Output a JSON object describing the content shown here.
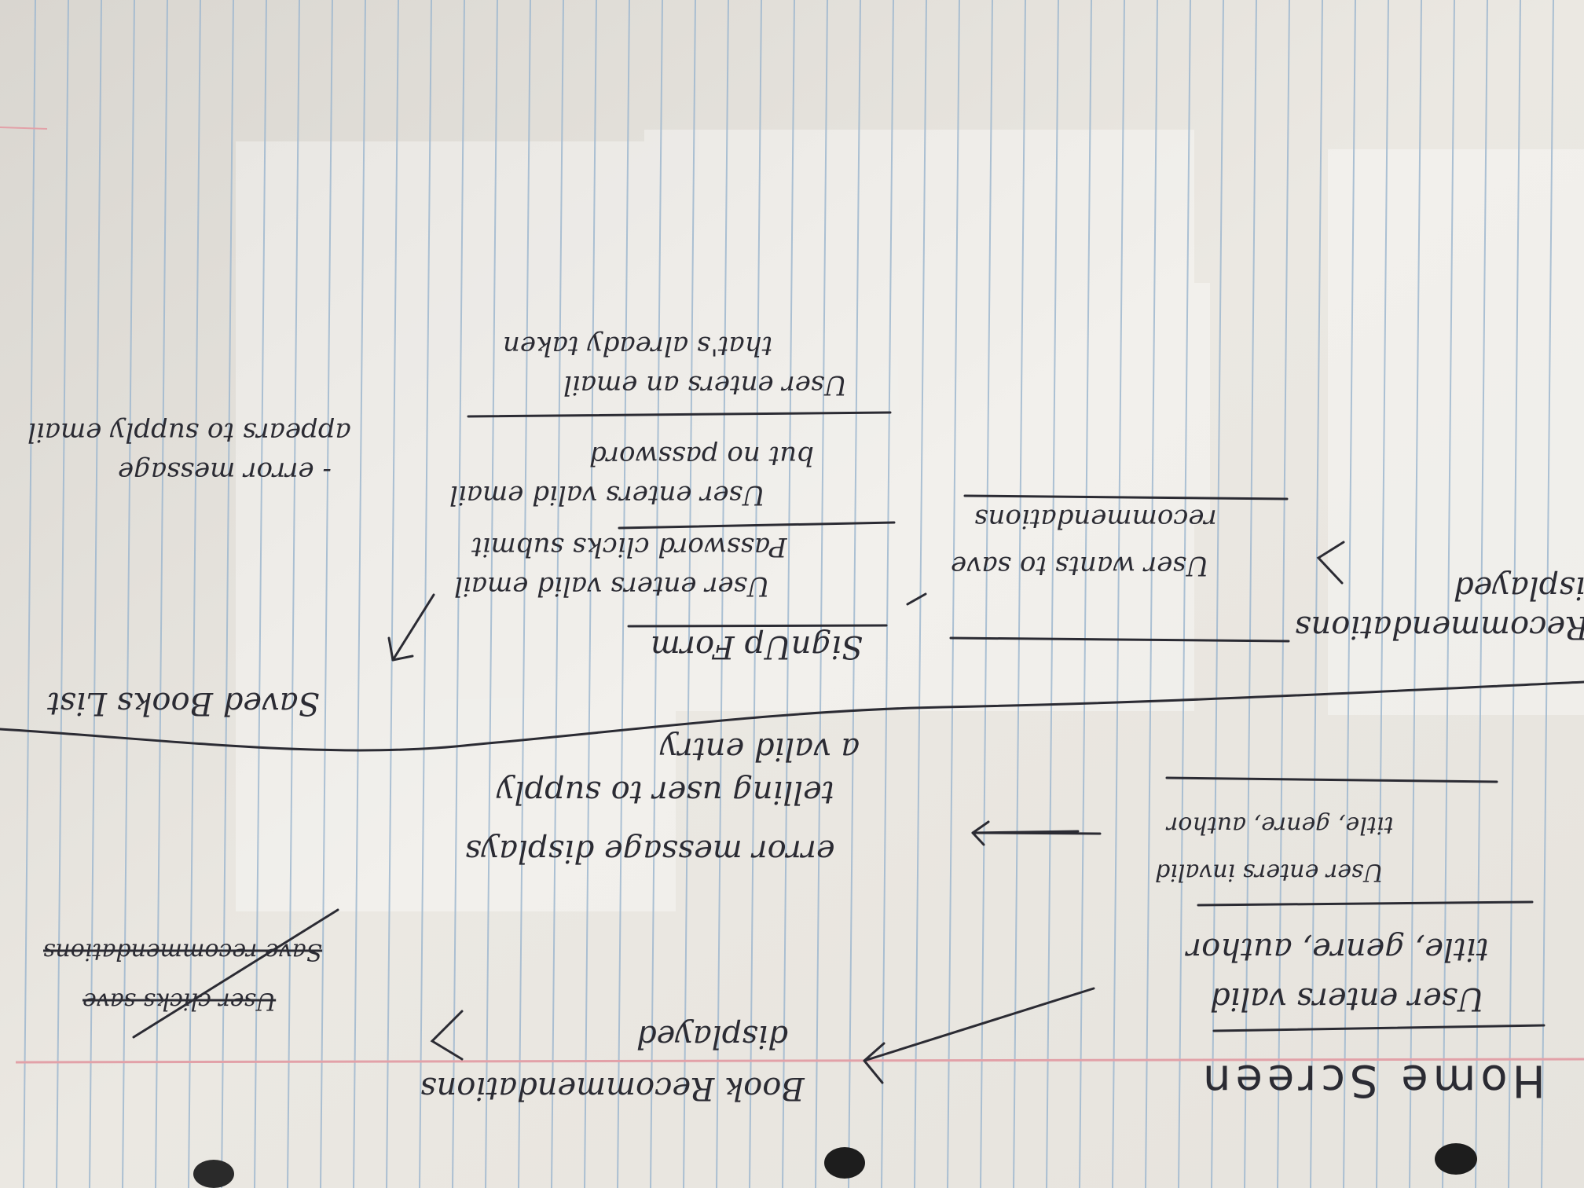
{
  "colors": {
    "paper": "#ece9e3",
    "ink": "#2b2b33",
    "rule_blue": "#9fb8cf",
    "margin_red": "#e2a1a8",
    "hole": "#1d1d1d"
  },
  "notes": {
    "home": {
      "title": "Home Screen",
      "valid_entry_line1": "User enters valid",
      "valid_entry_line2": "title, genre, author",
      "invalid_entry_line1": "User enters invalid",
      "invalid_entry_line2": "title, genre, author",
      "recommendations_line1": "Book Recommendations",
      "recommendations_line2": "displayed",
      "crossed_line1": "User clicks save",
      "crossed_line2": "Save recommendations",
      "error_line1": "error message displays",
      "error_line2": "telling user to supply",
      "error_line3": "a valid entry"
    },
    "saved": {
      "title": "Saved Books List",
      "recs_cut_line1": "ok Recommendations",
      "recs_cut_line2": "isplayed",
      "save_line1": "User wants to save",
      "save_line2": "recommendations"
    },
    "signup": {
      "title": "SignUp Form",
      "valid_line1": "User enters valid email",
      "valid_line2": "Password clicks submit",
      "nopass_line1": "User enters valid email",
      "nopass_line2": "but no password",
      "taken_line1": "User enters an email",
      "taken_line2": "that's already taken",
      "error_line1": "- error message",
      "error_line2": "appears to supply email"
    }
  }
}
